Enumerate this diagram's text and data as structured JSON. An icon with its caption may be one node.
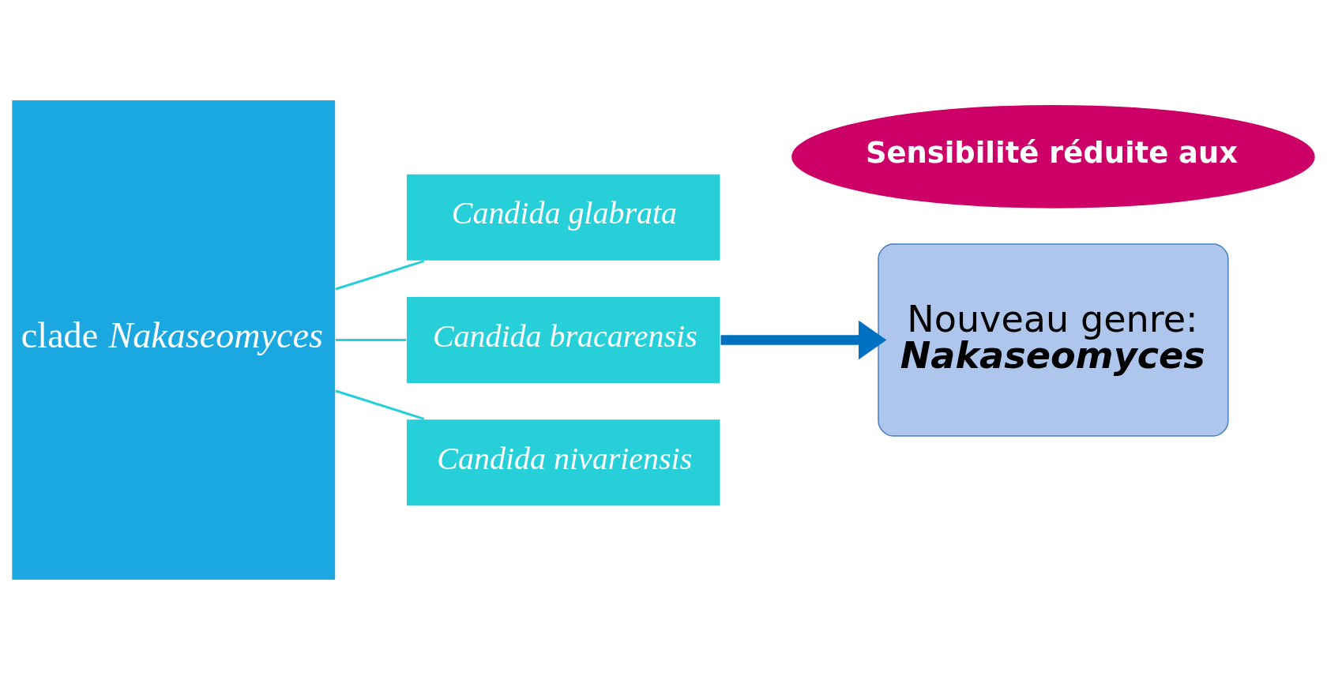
{
  "diagram": {
    "nodes": [
      {
        "text": [
          "clade *Nakaseomyces*"
        ]
      },
      {
        "text": [
          "Candida glabrata"
        ]
      },
      {
        "text": [
          "Candida bracarensis"
        ]
      },
      {
        "text": [
          "Candida nivariensis"
        ]
      },
      {
        "text": [
          "Nouveau genre:",
          "Nakaseomyces"
        ]
      },
      {
        "text": [
          "Sensibilité réduite aux"
        ]
      }
    ],
    "edges": [
      {
        "from": 0,
        "to": 1,
        "arrow": "none"
      },
      {
        "from": 0,
        "to": 2,
        "arrow": "none"
      },
      {
        "from": 0,
        "to": 3,
        "arrow": "none"
      },
      {
        "from": 2,
        "to": 4,
        "arrow": "to",
        "style": "thick",
        "color": "#0070c0"
      }
    ]
  }
}
